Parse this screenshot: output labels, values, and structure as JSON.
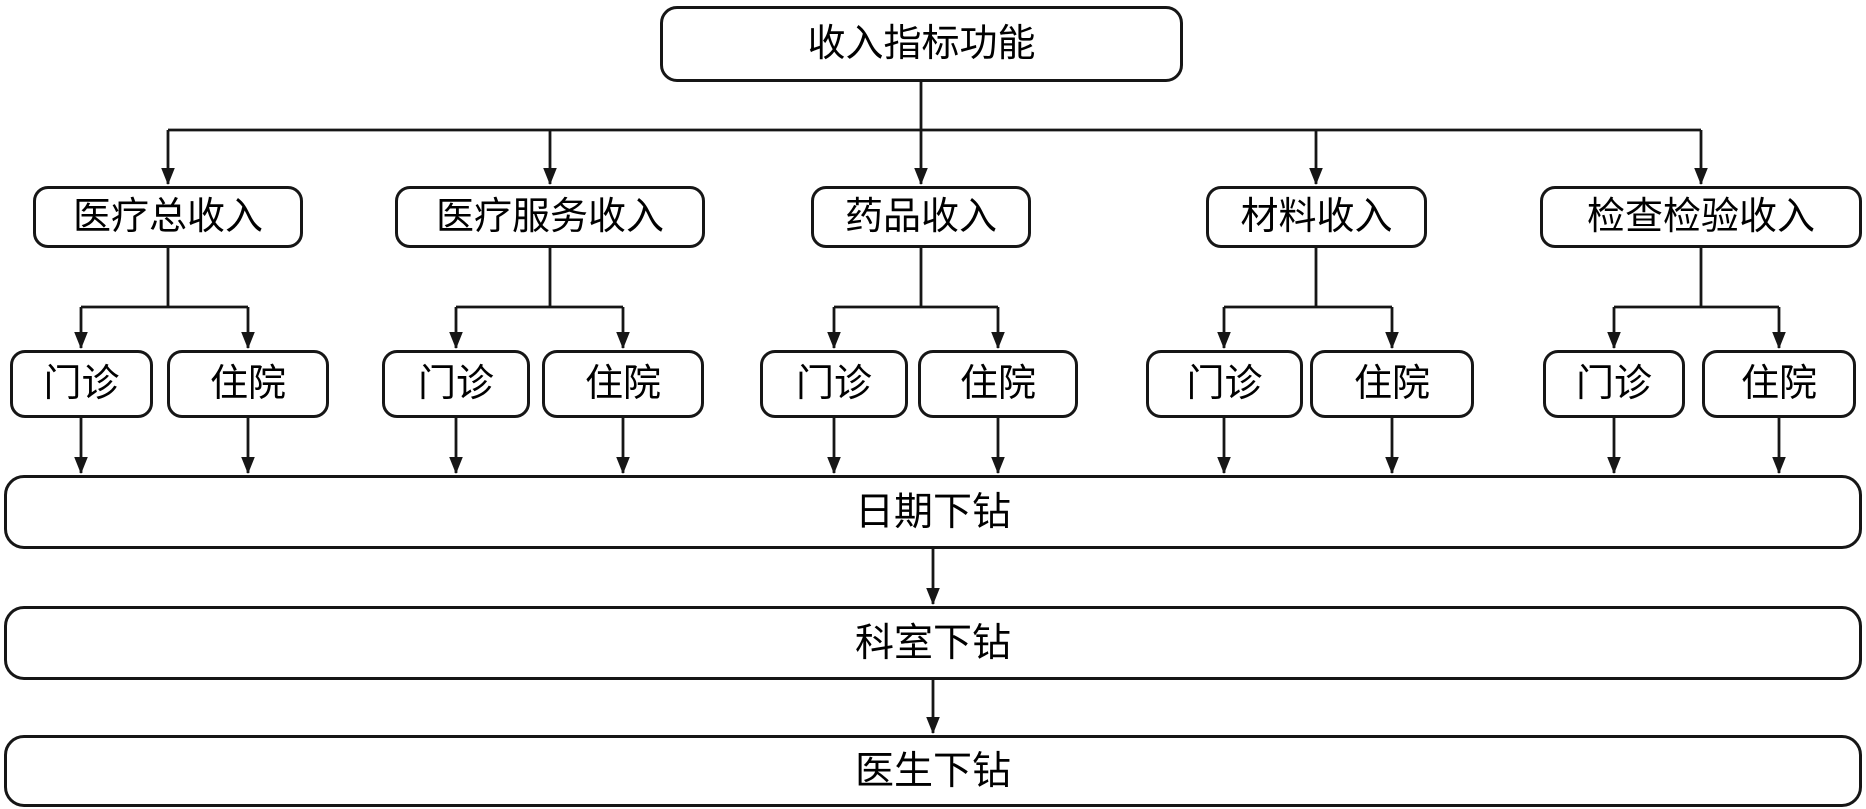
{
  "diagram": {
    "root": {
      "label": "收入指标功能"
    },
    "categories": [
      {
        "label": "医疗总收入",
        "children": [
          "门诊",
          "住院"
        ]
      },
      {
        "label": "医疗服务收入",
        "children": [
          "门诊",
          "住院"
        ]
      },
      {
        "label": "药品收入",
        "children": [
          "门诊",
          "住院"
        ]
      },
      {
        "label": "材料收入",
        "children": [
          "门诊",
          "住院"
        ]
      },
      {
        "label": "检查检验收入",
        "children": [
          "门诊",
          "住院"
        ]
      }
    ],
    "drilldowns": [
      "日期下钻",
      "科室下钻",
      "医生下钻"
    ],
    "colors": {
      "line": "#161616",
      "box_border": "#161616",
      "box_fill": "#ffffff",
      "text": "#000000",
      "background": "#ffffff"
    }
  }
}
